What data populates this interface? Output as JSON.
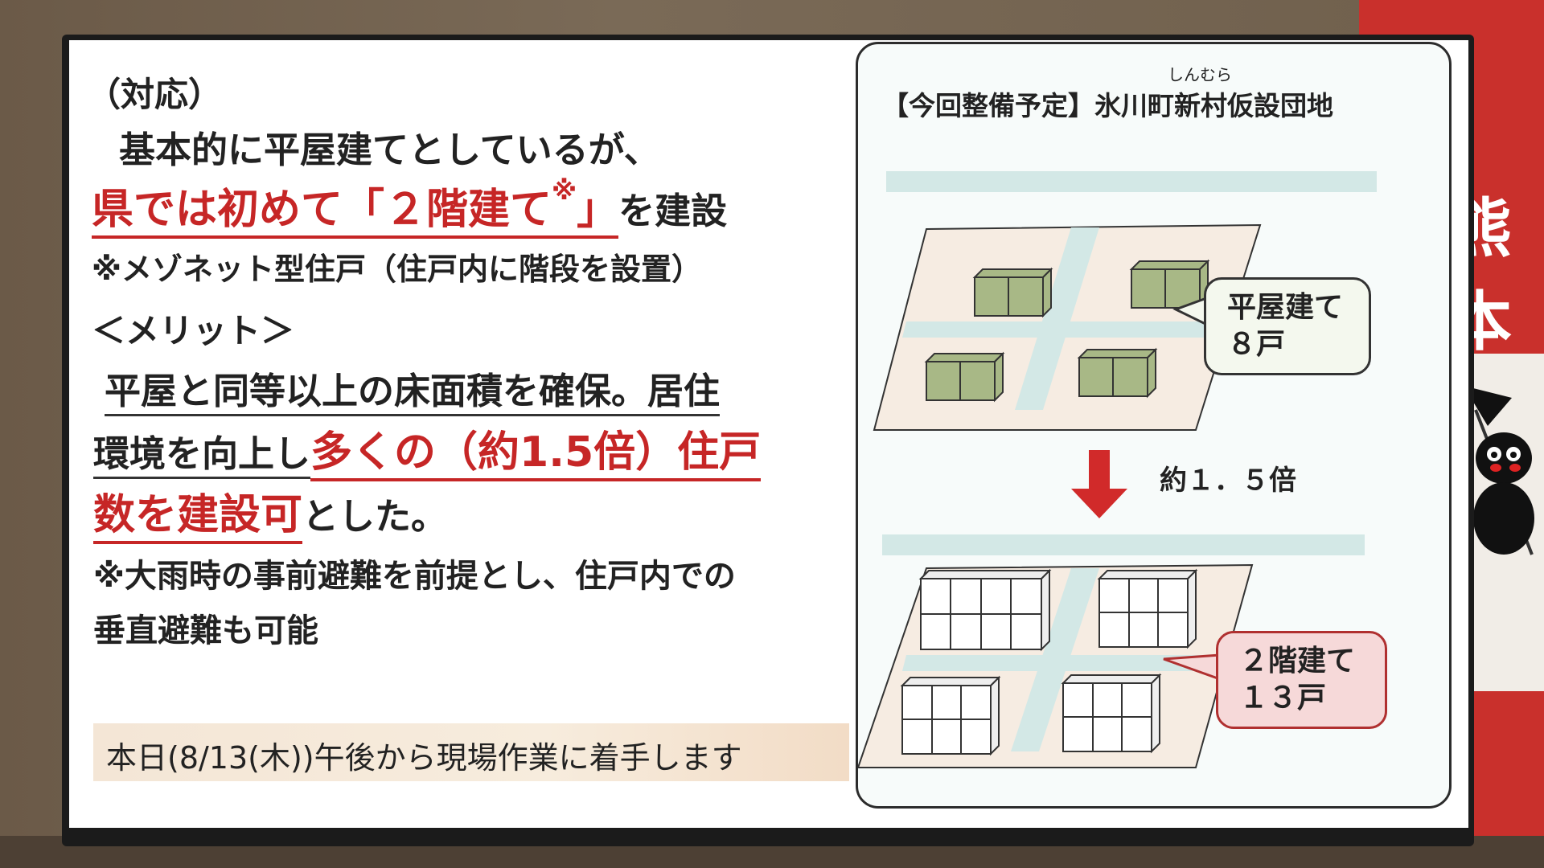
{
  "slide": {
    "heading": "（対応）",
    "line1": "基本的に平屋建てとしているが、",
    "line2_red": "県では初めて「２階建て",
    "line2_mark": "※",
    "line2_red_end": "」",
    "line2_rest": "を建設",
    "note1": "※メゾネット型住戸（住戸内に階段を設置）",
    "merit_heading": "＜メリット＞",
    "merit_line1": "平屋と同等以上の床面積を確保。居住",
    "merit_line2a": "環境を向上し",
    "merit_line2b": "多くの（約1.5倍）住戸",
    "merit_line3a": "数を建設可",
    "merit_line3b": "とした。",
    "note2_line1": "※大雨時の事前避難を前提とし、住戸内での",
    "note2_line2": "垂直避難も可能",
    "bottom_notice": "本日(8/13(木))午後から現場作業に着手します"
  },
  "panel": {
    "title": "【今回整備予定】氷川町新村仮設団地",
    "ruby": "しんむら",
    "callout_top_line1": "平屋建て",
    "callout_top_line2": "８戸",
    "ratio": "約１．５倍",
    "callout_bottom_line1": "２階建て",
    "callout_bottom_line2": "１３戸"
  },
  "background": {
    "logo_text": "熊本"
  },
  "colors": {
    "accent_red": "#c62626",
    "house_green": "#a8b886",
    "plot_beige": "#f6ece2",
    "road_blue": "#d3e8e6",
    "tv_bezel": "#1b1b1b",
    "wall_brown": "#6f5f4c"
  }
}
